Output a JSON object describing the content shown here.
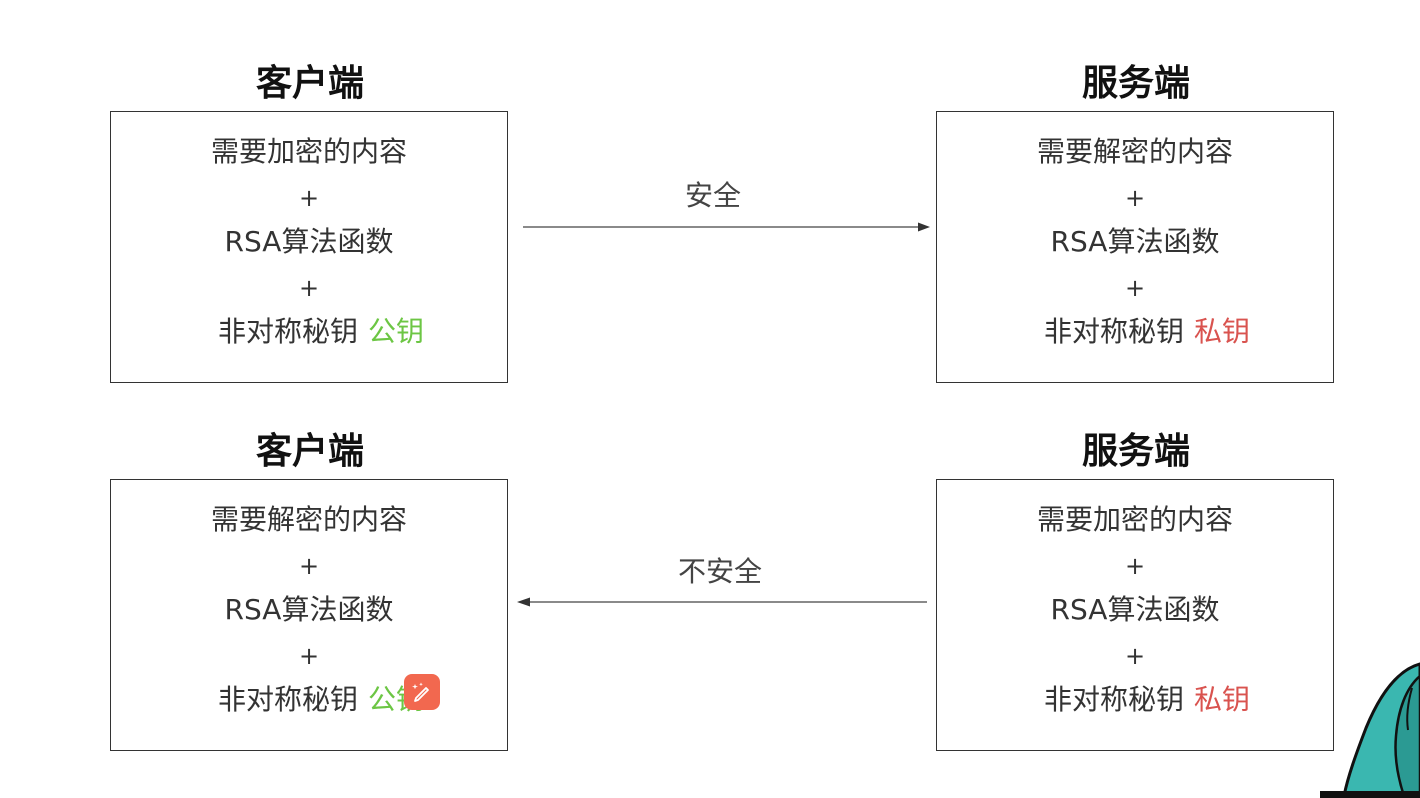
{
  "colors": {
    "public_key": "#6cc644",
    "private_key": "#d9534f",
    "border": "#333333",
    "badge": "#f2684f",
    "mascot_teal": "#3ab7b0"
  },
  "top": {
    "client": {
      "title": "客户端",
      "line1": "需要加密的内容",
      "plus1": "+",
      "line2": "RSA算法函数",
      "plus2": "+",
      "line3_prefix": "非对称秘钥",
      "key_label": "公钥"
    },
    "server": {
      "title": "服务端",
      "line1": "需要解密的内容",
      "plus1": "+",
      "line2": "RSA算法函数",
      "plus2": "+",
      "line3_prefix": "非对称秘钥",
      "key_label": "私钥"
    },
    "arrow_label": "安全"
  },
  "bottom": {
    "client": {
      "title": "客户端",
      "line1": "需要解密的内容",
      "plus1": "+",
      "line2": "RSA算法函数",
      "plus2": "+",
      "line3_prefix": "非对称秘钥",
      "key_label": "公钥"
    },
    "server": {
      "title": "服务端",
      "line1": "需要加密的内容",
      "plus1": "+",
      "line2": "RSA算法函数",
      "plus2": "+",
      "line3_prefix": "非对称秘钥",
      "key_label": "私钥"
    },
    "arrow_label": "不安全"
  },
  "icons": {
    "badge": "magic-pencil-icon",
    "mascot": "mascot-character"
  }
}
